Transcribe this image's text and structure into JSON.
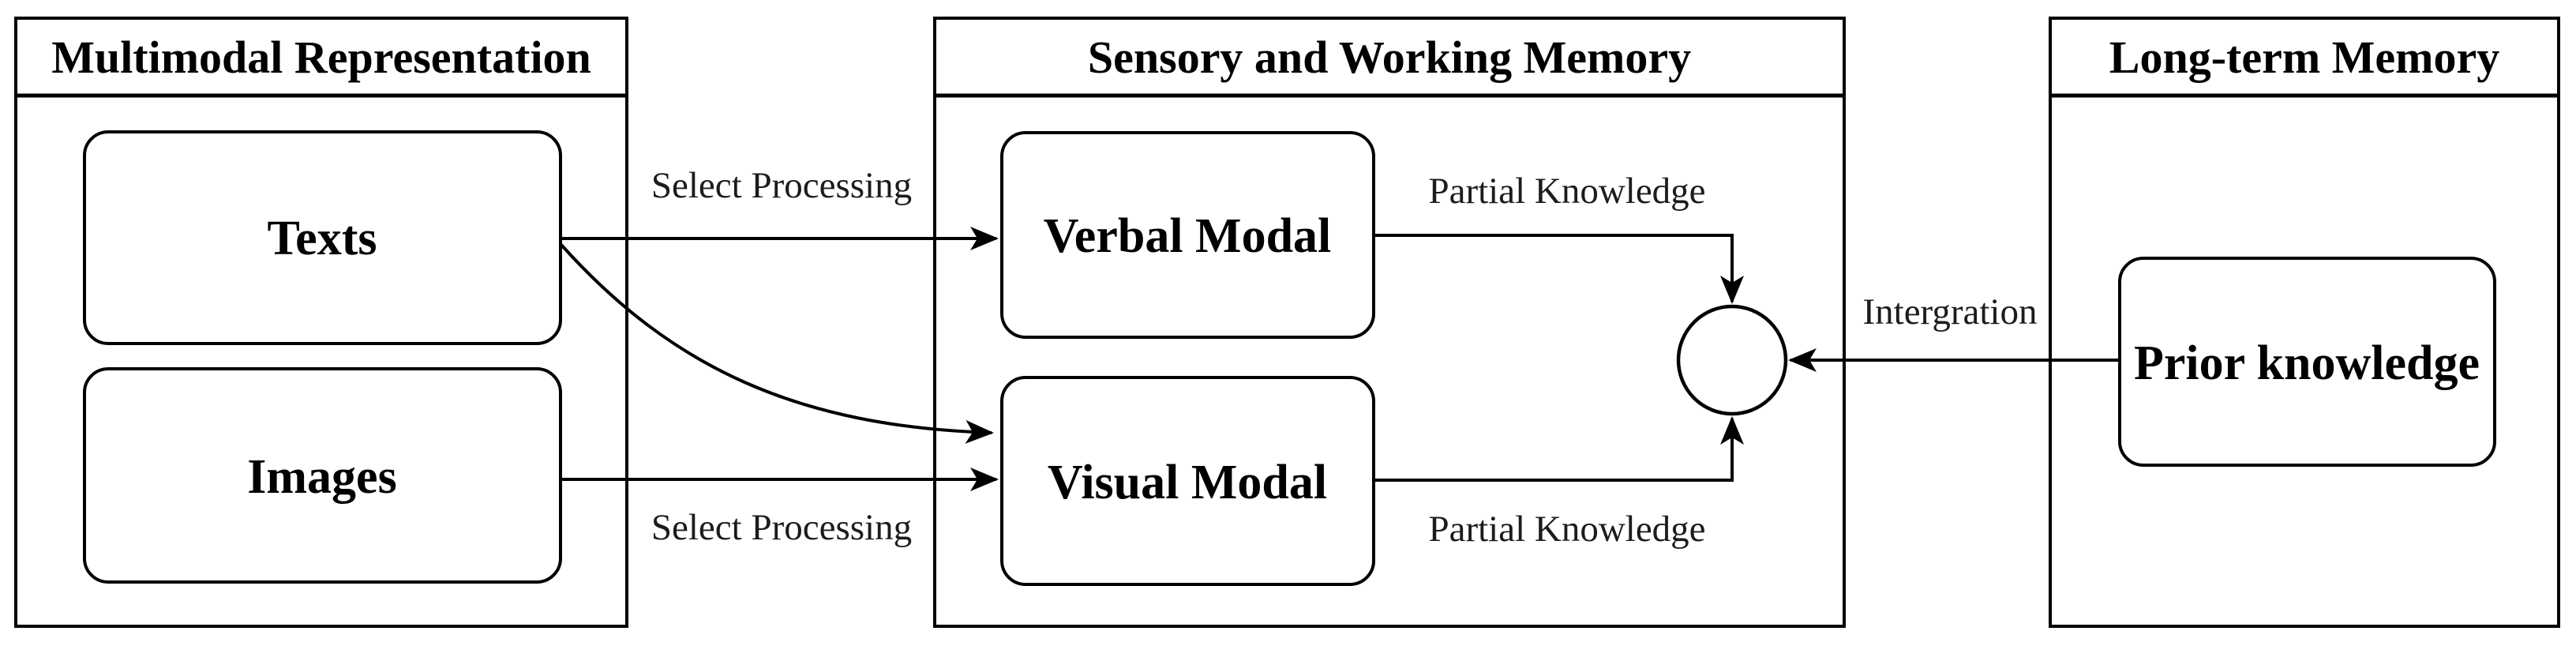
{
  "figure": {
    "background": "#ffffff",
    "stroke_color": "#000000",
    "label_color": "#1c1c1c",
    "panels": [
      {
        "title": "Multimodal Representation",
        "nodes": [
          {
            "label": "Texts"
          },
          {
            "label": "Images"
          }
        ]
      },
      {
        "title": "Sensory and Working Memory",
        "nodes": [
          {
            "label": "Verbal Modal"
          },
          {
            "label": "Visual Modal"
          }
        ]
      },
      {
        "title": "Long-term Memory",
        "nodes": [
          {
            "label": "Prior knowledge"
          }
        ]
      }
    ],
    "edge_labels": {
      "texts_to_verbal": "Select Processing",
      "images_to_visual": "Select Processing",
      "verbal_partial": "Partial Knowledge",
      "visual_partial": "Partial Knowledge",
      "integration": "Intergration"
    }
  }
}
